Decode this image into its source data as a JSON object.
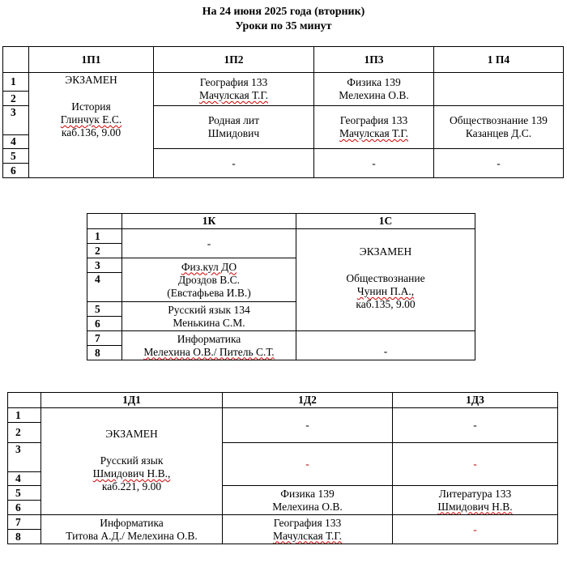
{
  "header": {
    "date_line": "На 24 июня 2025 года (вторник)",
    "lessons_line": "Уроки по 35 минут"
  },
  "table1": {
    "groups": [
      "1П1",
      "1П2",
      "1П3",
      "1 П4"
    ],
    "lesson_numbers": [
      "1",
      "2",
      "3",
      "4",
      "5",
      "6"
    ],
    "exam": {
      "title": "ЭКЗАМЕН",
      "subject": "История",
      "teacher": "Глинчук Е.С.",
      "room": "каб.136, 9.00"
    },
    "p2_a": {
      "subject": "География 133",
      "teacher": "Мачулская Т.Г."
    },
    "p2_b": {
      "subject": "Родная лит",
      "teacher": "Шмидович"
    },
    "p2_c": "-",
    "p3_a": {
      "subject": "Физика 139",
      "teacher": "Мелехина О.В."
    },
    "p3_b": {
      "subject": "География 133",
      "teacher": "Мачулская Т.Г."
    },
    "p3_c": "-",
    "p4_a": "",
    "p4_b": {
      "subject": "Обществознание 139",
      "teacher": "Казанцев Д.С."
    },
    "p4_c": "-"
  },
  "table2": {
    "groups": [
      "1К",
      "1С"
    ],
    "lesson_numbers": [
      "1",
      "2",
      "3",
      "4",
      "5",
      "6",
      "7",
      "8"
    ],
    "k_a": "-",
    "k_b": {
      "subject": "Физ.кул ДО",
      "teacher": "Дроздов В.С.",
      "note": "(Евстафьева И.В.)"
    },
    "k_c": {
      "subject": "Русский язык 134",
      "teacher": "Менькина С.М."
    },
    "k_d": {
      "subject": "Информатика",
      "teacher": "Мелехина О.В./ Питель С.Т."
    },
    "exam": {
      "title": "ЭКЗАМЕН",
      "subject": "Обществознание",
      "teacher": "Чунин П.А.,",
      "room": "каб.135, 9.00"
    },
    "c_b": "-"
  },
  "table3": {
    "groups": [
      "1Д1",
      "1Д2",
      "1Д3"
    ],
    "lesson_numbers": [
      "1",
      "2",
      "3",
      "4",
      "5",
      "6",
      "7",
      "8"
    ],
    "exam": {
      "title": "ЭКЗАМЕН",
      "subject": "Русский язык",
      "teacher": "Шмидович Н.В.,",
      "room": "каб.221, 9.00"
    },
    "d1_b": {
      "subject": "Информатика",
      "teacher": "Титова А.Д./ Мелехина О.В."
    },
    "d2_a": "-",
    "d2_b": "-",
    "d2_c": {
      "subject": "Физика 139",
      "teacher": "Мелехина О.В."
    },
    "d2_d": {
      "subject": "География 133",
      "teacher": "Мачулская Т.Г."
    },
    "d3_a": "-",
    "d3_b": "-",
    "d3_c": {
      "subject": "Литература 133",
      "teacher": "Шмидович Н.В."
    },
    "d3_d": "-"
  }
}
